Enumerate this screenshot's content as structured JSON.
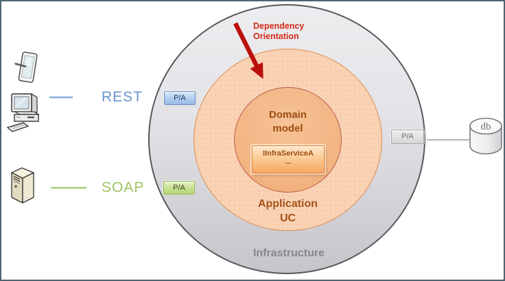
{
  "rings": {
    "infrastructure": {
      "label": "Infrastructure"
    },
    "application": {
      "line1": "Application",
      "line2": "UC"
    },
    "domain": {
      "line1": "Domain",
      "line2": "model"
    }
  },
  "service_box": {
    "name": "IInfraServiceA",
    "ellipsis": "..."
  },
  "annotation": {
    "line1": "Dependency",
    "line2": "Orientation"
  },
  "adapters": {
    "rest": {
      "badge": "P/A",
      "label": "REST"
    },
    "soap": {
      "badge": "P/A",
      "label": "SOAP"
    },
    "db": {
      "badge": "P/A"
    }
  },
  "database": {
    "label": "db"
  },
  "icons": {
    "tablet": "tablet-with-stylus",
    "desktop": "desktop-computer",
    "server": "server-tower",
    "database": "database-cylinder"
  },
  "colors": {
    "rest_blue": "#6a94d0",
    "soap_green": "#9cc360",
    "annotation_red": "#d42a1a",
    "arrow_red": "#bb0f0b",
    "domain_text": "#9c4c10",
    "application_text": "#a5521a",
    "infrastructure_text": "#87878b",
    "middle_ring_fill": "#fad3b5",
    "inner_circle_fill": "#f3b685",
    "outer_ring_fill": "#d9d9dd"
  }
}
